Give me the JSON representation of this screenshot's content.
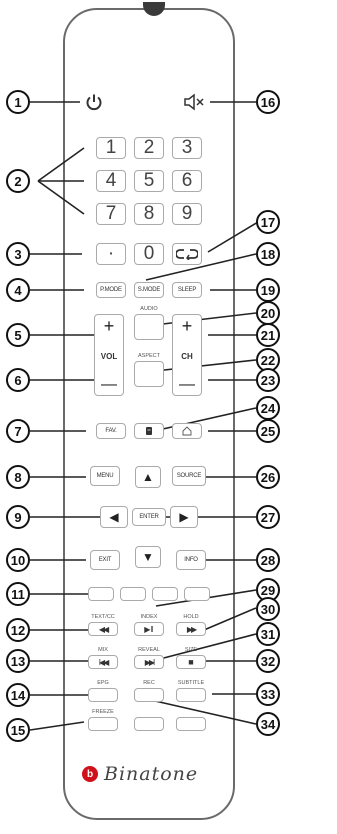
{
  "brand": {
    "logo_text": "Binatone",
    "accent_color": "#d0101a"
  },
  "power": {
    "icon": "power-icon"
  },
  "mute": {
    "icon": "mute-icon"
  },
  "numpad": {
    "keys": [
      "1",
      "2",
      "3",
      "4",
      "5",
      "6",
      "7",
      "8",
      "9",
      "·",
      "0"
    ],
    "recall_icon": "recall-icon"
  },
  "mode_row": {
    "pmode": "P.MODE",
    "smode": "S.MODE",
    "sleep": "SLEEP"
  },
  "volume": {
    "plus": "+",
    "label": "VOL",
    "minus": "—"
  },
  "channel": {
    "plus": "+",
    "label": "CH",
    "minus": "—"
  },
  "center": {
    "audio": "AUDIO",
    "aspect": "ASPECT",
    "media_icon": "media-icon"
  },
  "fav": "FAV.",
  "home_icon": "home-icon",
  "nav": {
    "menu": "MENU",
    "source": "SOURCE",
    "enter": "ENTER",
    "exit": "EXIT",
    "info": "INFO",
    "up": "▲",
    "down": "▼",
    "left": "◀",
    "right": "▶"
  },
  "media": {
    "textcc": "TEXT/CC",
    "index": "INDEX",
    "hold": "HOLD",
    "mix": "MIX",
    "reveal": "REVEAL",
    "size": "SIZE",
    "epg": "EPG",
    "rec": "REC",
    "subtitle": "SUBTITLE",
    "freeze": "FREEZE",
    "rew": "◀◀",
    "playpause": "▶ǁ",
    "ff": "▶▶",
    "prev": "I◀◀",
    "next": "▶▶I",
    "stop": "■"
  },
  "callouts": [
    "1",
    "2",
    "3",
    "4",
    "5",
    "6",
    "7",
    "8",
    "9",
    "10",
    "11",
    "12",
    "13",
    "14",
    "15",
    "16",
    "17",
    "18",
    "19",
    "20",
    "21",
    "22",
    "23",
    "24",
    "25",
    "26",
    "27",
    "28",
    "29",
    "30",
    "31",
    "32",
    "33",
    "34"
  ]
}
